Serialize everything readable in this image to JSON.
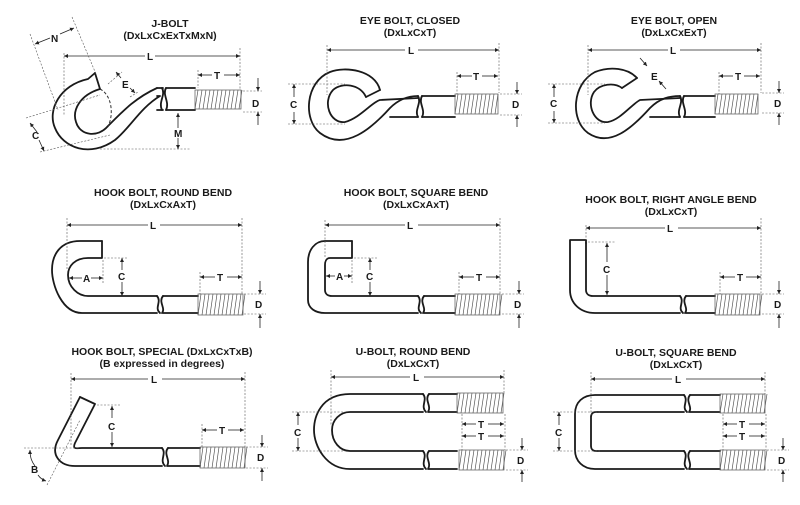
{
  "panels": [
    {
      "id": "j-bolt",
      "title": "J-BOLT",
      "subtitle": "(DxLxCxExTxMxN)",
      "dims": [
        "L",
        "T",
        "D",
        "C",
        "E",
        "M",
        "N"
      ]
    },
    {
      "id": "eye-bolt-closed",
      "title": "EYE BOLT, CLOSED",
      "subtitle": "(DxLxCxT)",
      "dims": [
        "L",
        "T",
        "D",
        "C"
      ]
    },
    {
      "id": "eye-bolt-open",
      "title": "EYE BOLT, OPEN",
      "subtitle": "(DxLxCxExT)",
      "dims": [
        "L",
        "T",
        "D",
        "C",
        "E"
      ]
    },
    {
      "id": "hook-bolt-round",
      "title": "HOOK BOLT, ROUND BEND",
      "subtitle": "(DxLxCxAxT)",
      "dims": [
        "L",
        "T",
        "D",
        "C",
        "A"
      ]
    },
    {
      "id": "hook-bolt-square",
      "title": "HOOK BOLT, SQUARE BEND",
      "subtitle": "(DxLxCxAxT)",
      "dims": [
        "L",
        "T",
        "D",
        "C",
        "A"
      ]
    },
    {
      "id": "hook-bolt-right-angle",
      "title": "HOOK BOLT, RIGHT ANGLE BEND",
      "subtitle": "(DxLxCxT)",
      "dims": [
        "L",
        "T",
        "D",
        "C"
      ]
    },
    {
      "id": "hook-bolt-special",
      "title": "HOOK BOLT, SPECIAL (DxLxCxTxB)",
      "subtitle": "(B expressed in degrees)",
      "dims": [
        "L",
        "T",
        "D",
        "C",
        "B"
      ]
    },
    {
      "id": "u-bolt-round",
      "title": "U-BOLT, ROUND BEND",
      "subtitle": "(DxLxCxT)",
      "dims": [
        "L",
        "T",
        "T",
        "D",
        "C"
      ]
    },
    {
      "id": "u-bolt-square",
      "title": "U-BOLT, SQUARE BEND",
      "subtitle": "(DxLxCxT)",
      "dims": [
        "L",
        "T",
        "T",
        "D",
        "C"
      ]
    }
  ]
}
